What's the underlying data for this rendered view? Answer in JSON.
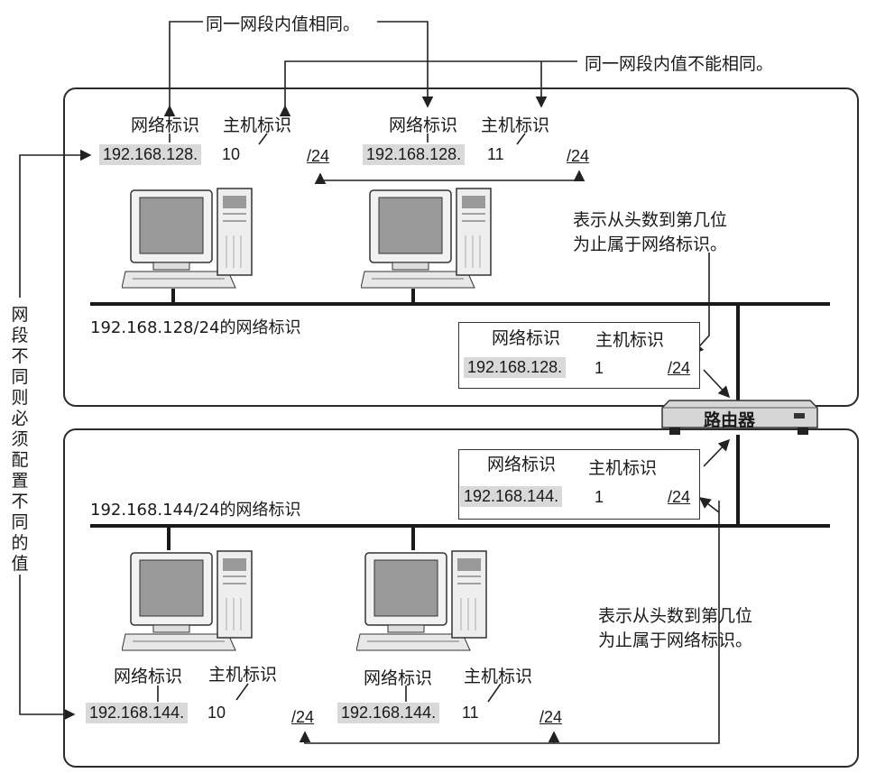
{
  "top_note_same": "同一网段内值相同。",
  "top_note_diff": "同一网段内值不能相同。",
  "side_note": "网段不同则必须配置不同的值",
  "prefix_note_1": "表示从头数到第几位\n为止属于网络标识。",
  "prefix_note_1_line1": "表示从头数到第几位",
  "prefix_note_1_line2": "为止属于网络标识。",
  "prefix_note_2_line1": "表示从头数到第几位",
  "prefix_note_2_line2": "为止属于网络标识。",
  "labels": {
    "network": "网络标识",
    "host": "主机标识"
  },
  "router_label": "路由器",
  "segment1": {
    "caption": "192.168.128/24的网络标识",
    "hosts": [
      {
        "net": "192.168.128.",
        "host": "10",
        "prefix": "/24"
      },
      {
        "net": "192.168.128.",
        "host": "11",
        "prefix": "/24"
      }
    ],
    "router_if": {
      "net": "192.168.128.",
      "host": "1",
      "prefix": "/24"
    }
  },
  "segment2": {
    "caption": "192.168.144/24的网络标识",
    "hosts": [
      {
        "net": "192.168.144.",
        "host": "10",
        "prefix": "/24"
      },
      {
        "net": "192.168.144.",
        "host": "11",
        "prefix": "/24"
      }
    ],
    "router_if": {
      "net": "192.168.144.",
      "host": "1",
      "prefix": "/24"
    }
  }
}
